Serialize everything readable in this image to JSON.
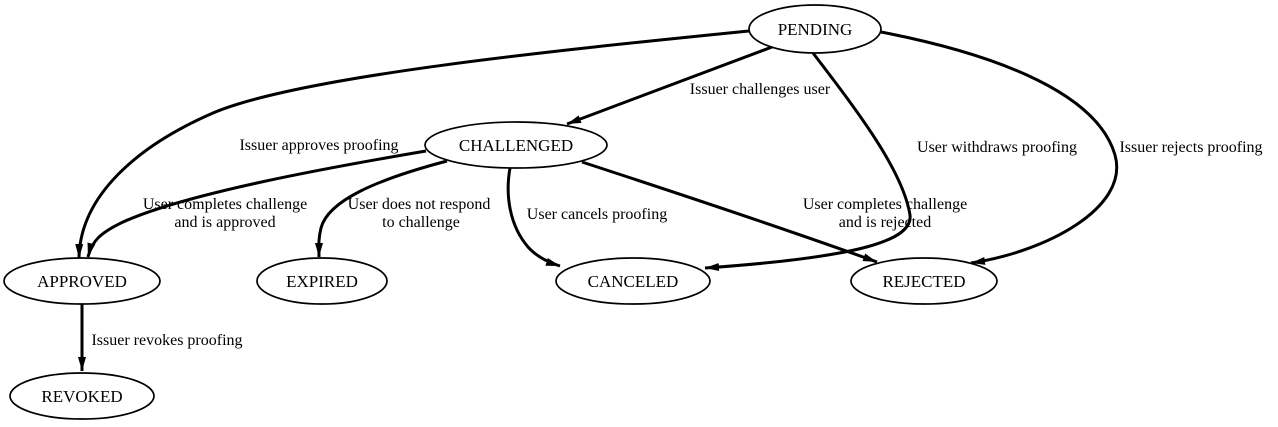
{
  "diagram": {
    "type": "state-machine",
    "background_color": "#ffffff",
    "line_color": "#000000",
    "nodes": [
      {
        "id": "pending",
        "label": "PENDING"
      },
      {
        "id": "challenged",
        "label": "CHALLENGED"
      },
      {
        "id": "approved",
        "label": "APPROVED"
      },
      {
        "id": "expired",
        "label": "EXPIRED"
      },
      {
        "id": "canceled",
        "label": "CANCELED"
      },
      {
        "id": "rejected",
        "label": "REJECTED"
      },
      {
        "id": "revoked",
        "label": "REVOKED"
      }
    ],
    "edges": [
      {
        "from": "PENDING",
        "to": "CHALLENGED",
        "lines": [
          "Issuer challenges user"
        ]
      },
      {
        "from": "PENDING",
        "to": "APPROVED",
        "lines": [
          "Issuer approves proofing"
        ]
      },
      {
        "from": "PENDING",
        "to": "CANCELED",
        "lines": [
          "User withdraws proofing"
        ]
      },
      {
        "from": "PENDING",
        "to": "REJECTED",
        "lines": [
          "Issuer rejects proofing"
        ]
      },
      {
        "from": "CHALLENGED",
        "to": "APPROVED",
        "lines": [
          "User completes challenge",
          "and is approved"
        ]
      },
      {
        "from": "CHALLENGED",
        "to": "EXPIRED",
        "lines": [
          "User does not respond",
          "to challenge"
        ]
      },
      {
        "from": "CHALLENGED",
        "to": "CANCELED",
        "lines": [
          "User cancels proofing"
        ]
      },
      {
        "from": "CHALLENGED",
        "to": "REJECTED",
        "lines": [
          "User completes challenge",
          "and is rejected"
        ]
      },
      {
        "from": "APPROVED",
        "to": "REVOKED",
        "lines": [
          "Issuer revokes proofing"
        ]
      }
    ]
  }
}
